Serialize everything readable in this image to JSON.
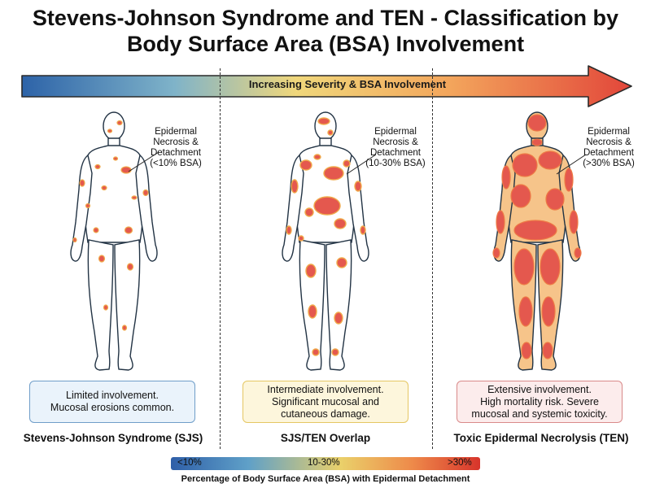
{
  "title": {
    "line1": "Stevens-Johnson Syndrome and TEN - Classification by",
    "line2": "Body Surface Area (BSA) Involvement"
  },
  "severity_arrow": {
    "label": "Increasing Severity & BSA Involvement"
  },
  "panels": [
    {
      "callout": [
        "Epidermal",
        "Necrosis &",
        "Detachment",
        "(<10% BSA)"
      ],
      "description": [
        "Limited involvement.",
        "Mucosal erosions common."
      ],
      "label": "Stevens-Johnson Syndrome (SJS)"
    },
    {
      "callout": [
        "Epidermal",
        "Necrosis &",
        "Detachment",
        "(10-30% BSA)"
      ],
      "description": [
        "Intermediate involvement.",
        "Significant mucosal and",
        "cutaneous damage."
      ],
      "label": "SJS/TEN Overlap"
    },
    {
      "callout": [
        "Epidermal",
        "Necrosis &",
        "Detachment",
        "(>30% BSA)"
      ],
      "description": [
        "Extensive involvement.",
        "High mortality risk. Severe",
        "mucosal and systemic toxicity."
      ],
      "label": "Toxic Epidermal Necrolysis (TEN)"
    }
  ],
  "scale": {
    "ticks": [
      "<10%",
      "10-30%",
      ">30%"
    ],
    "caption": "Percentage of Body Surface Area (BSA) with Epidermal Detachment"
  },
  "colors": {
    "lesion": "#e4584e",
    "lesion_edge": "#f0a94a",
    "skin_ten": "#f6c48a",
    "outline": "#223344"
  }
}
